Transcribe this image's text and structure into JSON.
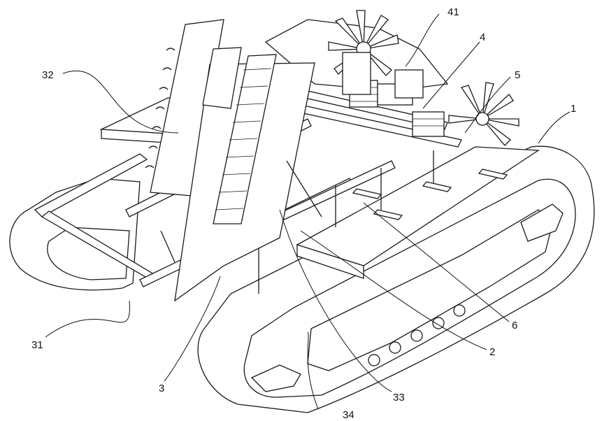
{
  "figure": {
    "callouts": [
      {
        "id": "c41",
        "label": "41"
      },
      {
        "id": "c4",
        "label": "4"
      },
      {
        "id": "c5",
        "label": "5"
      },
      {
        "id": "c1",
        "label": "1"
      },
      {
        "id": "c32",
        "label": "32"
      },
      {
        "id": "c6",
        "label": "6"
      },
      {
        "id": "c2",
        "label": "2"
      },
      {
        "id": "c31",
        "label": "31"
      },
      {
        "id": "c3",
        "label": "3"
      },
      {
        "id": "c33",
        "label": "33"
      },
      {
        "id": "c34",
        "label": "34"
      }
    ]
  }
}
